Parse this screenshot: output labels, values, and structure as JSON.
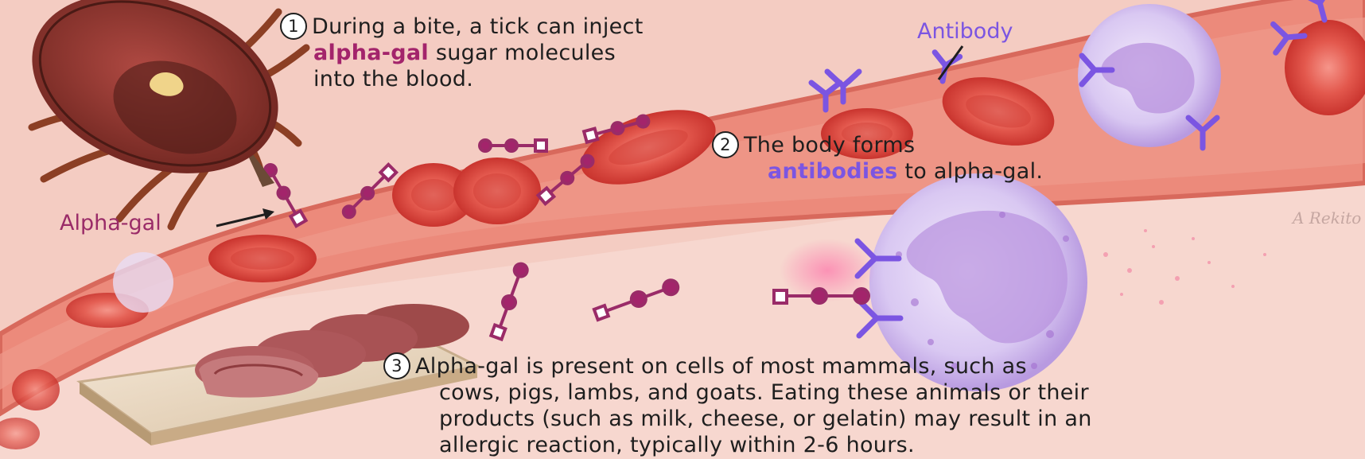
{
  "steps": [
    {
      "number": "1",
      "line1": "During a bite, a tick can inject",
      "line2_highlight": "alpha-gal",
      "line2_rest": " sugar molecules",
      "line3": "into the blood."
    },
    {
      "number": "2",
      "line1": "The body forms",
      "line2_highlight": "antibodies",
      "line2_rest": " to alpha-gal."
    },
    {
      "number": "3",
      "line1": "Alpha-gal is present on cells of most mammals, such as",
      "line2": "cows, pigs, lambs, and goats. Eating these animals or their",
      "line3": "products (such as milk, cheese, or gelatin) may result in an",
      "line4": "allergic reaction, typically within 2-6 hours."
    }
  ],
  "labels": {
    "antibody": "Antibody",
    "alpha_gal": "Alpha-gal"
  },
  "artist_signature": "A Rekito",
  "colors": {
    "alpha_gal": "#a3246b",
    "antibody": "#7b55e2",
    "vessel": "#e8776a",
    "red_cell": "#e6564b",
    "white_cell": "#d9c8f2"
  }
}
